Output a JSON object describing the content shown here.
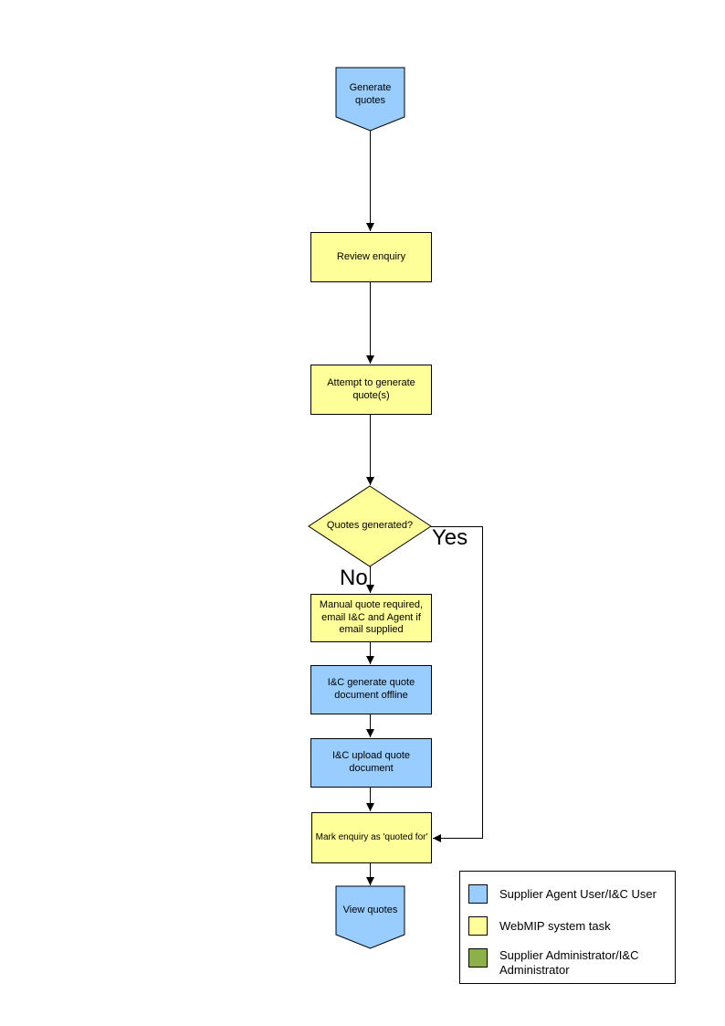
{
  "colors": {
    "supplier_agent_blue": "#99CCFF",
    "webmip_task_yellow": "#FFFF99",
    "administrator_green": "#8CB04C",
    "connector_black": "#000000",
    "page_background": "#FFFFFF"
  },
  "flowchart": {
    "start_label": "Generate quotes",
    "review_label": "Review enquiry",
    "attempt_label": "Attempt to generate quote(s)",
    "decision_label": "Quotes generated?",
    "yes_label": "Yes",
    "no_label": "No",
    "manual_label": "Manual quote required, email I&C and Agent if email supplied",
    "offline_label": "I&C generate quote document offline",
    "upload_label": "I&C upload quote document",
    "mark_label": "Mark enquiry as 'quoted for'",
    "end_label": "View quotes"
  },
  "legend": {
    "items": [
      {
        "label": "Supplier Agent User/I&C User",
        "color": "#99CCFF"
      },
      {
        "label": "WebMIP system task",
        "color": "#FFFF99"
      },
      {
        "label": "Supplier Administrator/I&C Administrator",
        "color": "#8CB04C"
      }
    ]
  }
}
